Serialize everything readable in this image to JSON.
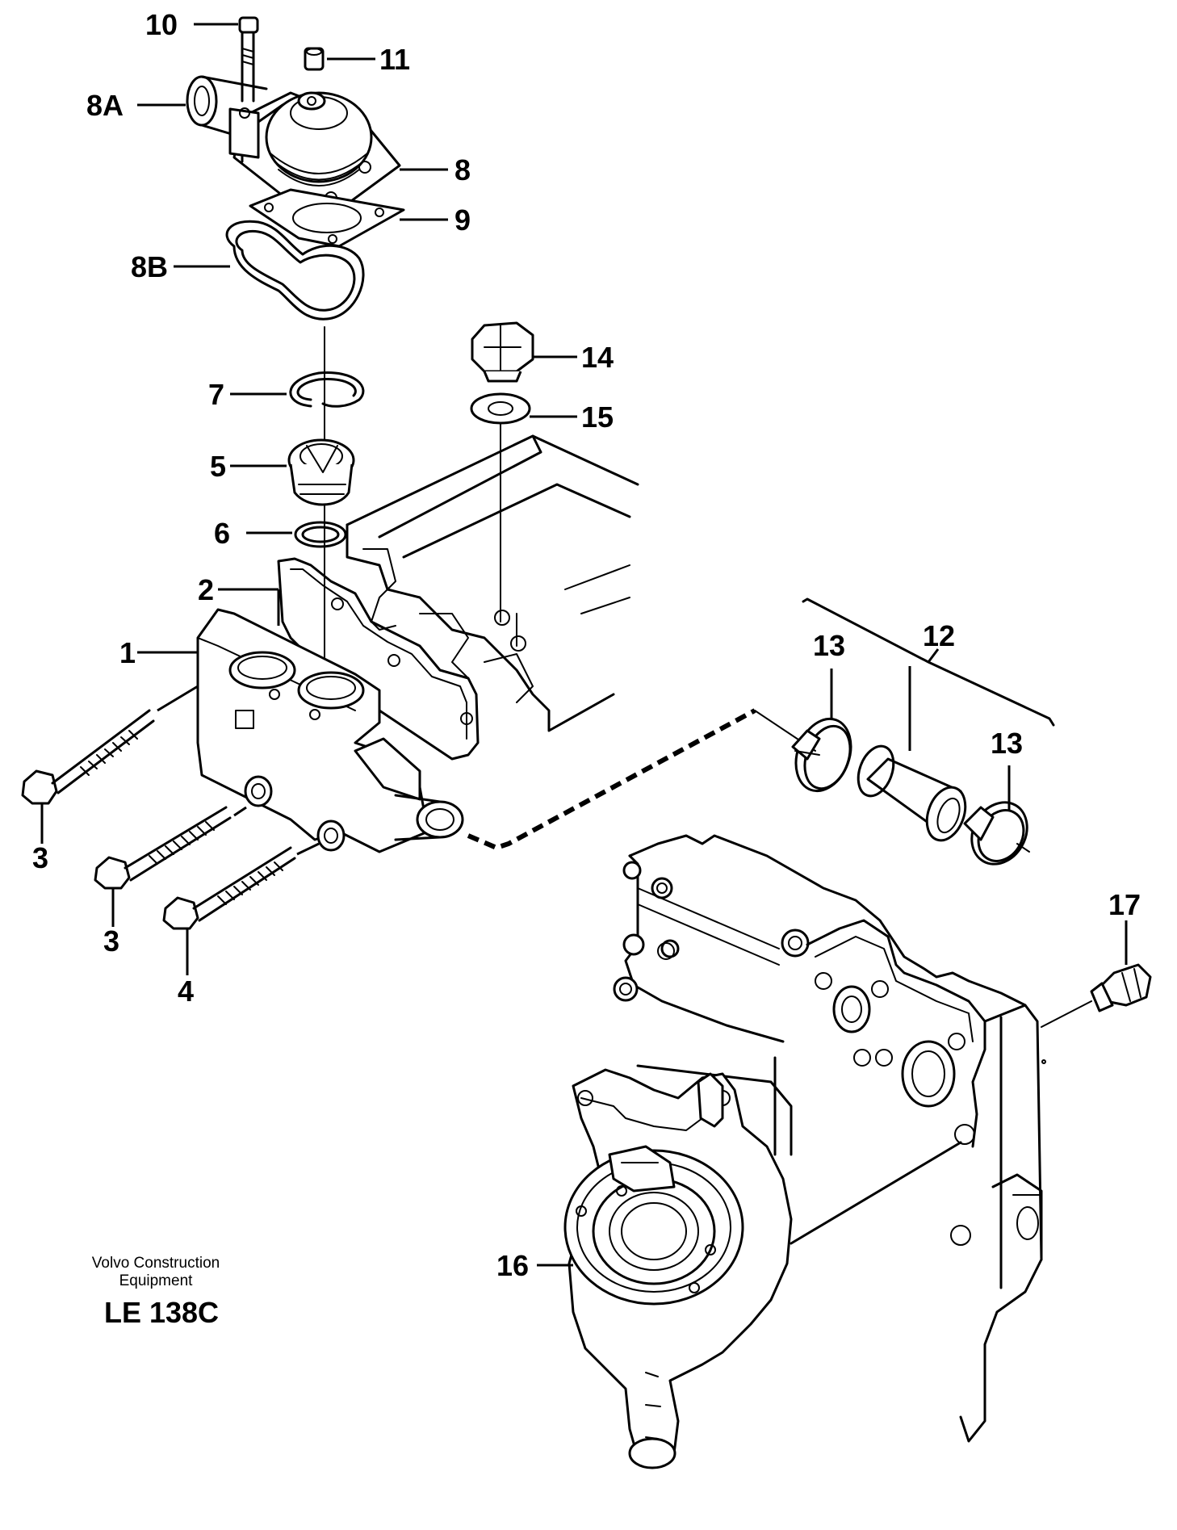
{
  "diagram": {
    "callouts": {
      "c10": "10",
      "c11": "11",
      "c8a": "8A",
      "c8": "8",
      "c9": "9",
      "c8b": "8B",
      "c14": "14",
      "c7": "7",
      "c15": "15",
      "c5": "5",
      "c6": "6",
      "c2": "2",
      "c1": "1",
      "c13a": "13",
      "c12": "12",
      "c13b": "13",
      "c3a": "3",
      "c3b": "3",
      "c4": "4",
      "c17": "17",
      "c16": "16"
    },
    "credit_line1": "Volvo Construction",
    "credit_line2": "Equipment",
    "drawing_code": "LE 138C"
  }
}
